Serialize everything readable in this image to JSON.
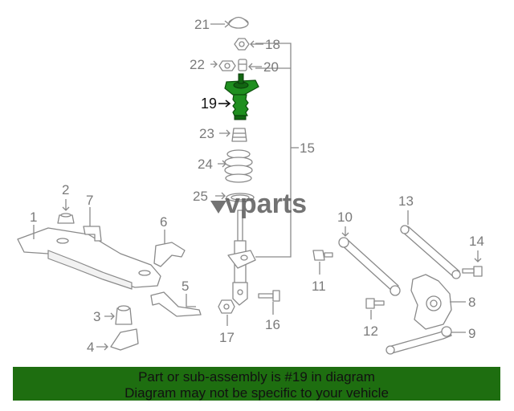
{
  "watermark": "vparts",
  "callouts": {
    "c1": "1",
    "c2": "2",
    "c3": "3",
    "c4": "4",
    "c5": "5",
    "c6": "6",
    "c7": "7",
    "c8": "8",
    "c9": "9",
    "c10": "10",
    "c11": "11",
    "c12": "12",
    "c13": "13",
    "c14": "14",
    "c15": "15",
    "c16": "16",
    "c17": "17",
    "c18": "18",
    "c19": "19",
    "c20": "20",
    "c21": "21",
    "c22": "22",
    "c23": "23",
    "c24": "24",
    "c25": "25"
  },
  "highlight": {
    "part_number": "19",
    "color": "#1f8f1f"
  },
  "banner": {
    "line1": "Part or sub-assembly is #19 in diagram",
    "line2": "Diagram may not be specific to your vehicle",
    "color": "#1e6e10"
  }
}
